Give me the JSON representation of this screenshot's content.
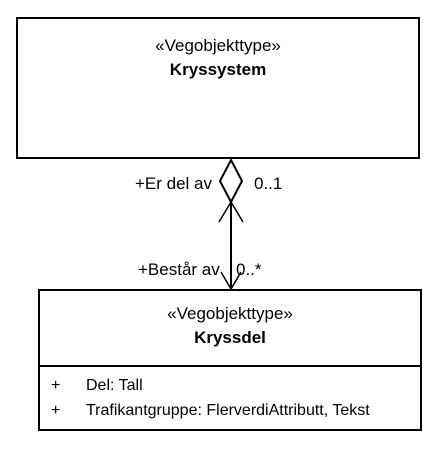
{
  "classes": [
    {
      "stereotype": "«Vegobjekttype»",
      "name": "Kryssystem"
    },
    {
      "stereotype": "«Vegobjekttype»",
      "name": "Kryssdel",
      "attributes": [
        {
          "visibility": "+",
          "text": "Del: Tall"
        },
        {
          "visibility": "+",
          "text": "Trafikantgruppe: FlerverdiAttributt, Tekst"
        }
      ]
    }
  ],
  "association": {
    "type": "aggregation",
    "top_end": {
      "role": "+Er del av",
      "multiplicity": "0..1"
    },
    "bottom_end": {
      "role": "+Består av",
      "multiplicity": "0..*"
    }
  }
}
